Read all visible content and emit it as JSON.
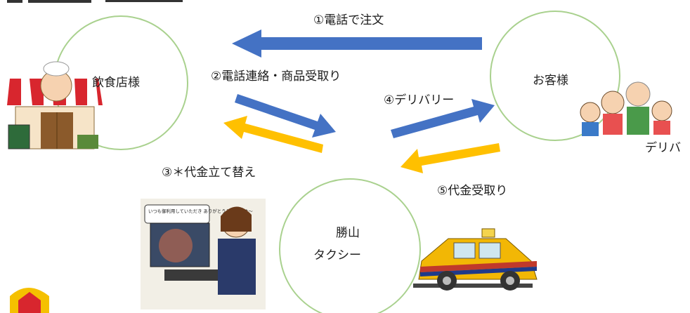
{
  "nodes": {
    "restaurant": "飲食店様",
    "customer": "お客様",
    "taxi_line1": "勝山",
    "taxi_line2": "タクシー"
  },
  "flows": {
    "order": "①電話で注文",
    "contact": "②電話連絡・商品受取り",
    "advance": "③＊代金立て替え",
    "delivery": "④デリバリー",
    "payment": "⑤代金受取り"
  },
  "fragments": {
    "right_edge": "デリバ"
  },
  "illustrations": {
    "speech_bubble": "いつも御利用していただき ありがとうございます～"
  },
  "colors": {
    "blue_arrow": "#4472c4",
    "yellow_arrow": "#ffc000",
    "circle_outline": "#a9d18e"
  }
}
